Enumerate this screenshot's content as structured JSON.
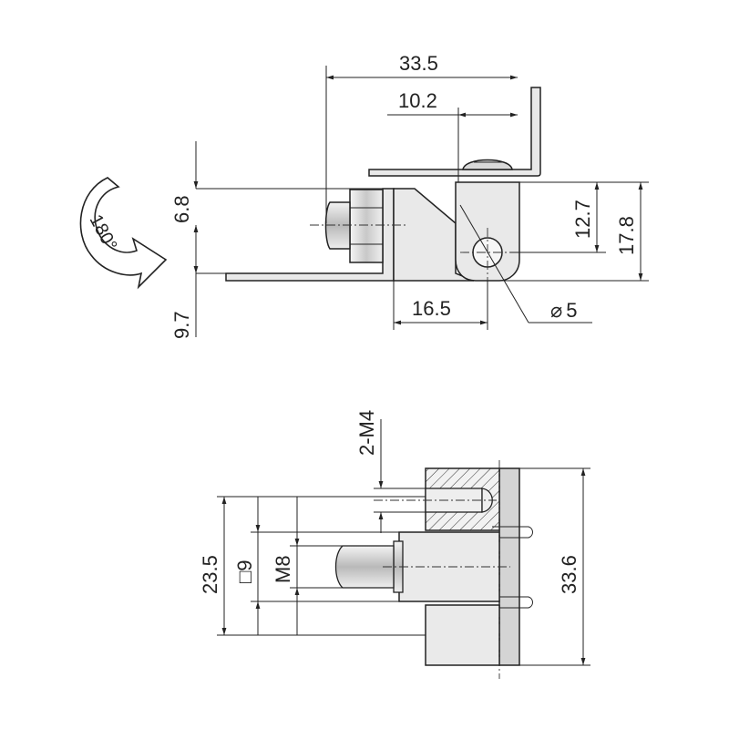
{
  "top_view": {
    "dimensions": {
      "overall_width": "33.5",
      "bracket_offset": "10.2",
      "stud_upper_height": "6.8",
      "stud_lower_height": "9.7",
      "pivot_height": "12.7",
      "total_height": "17.8",
      "base_length": "16.5",
      "hole_diameter": "5"
    },
    "diameter_symbol": "⌀",
    "rotation_label": "180°"
  },
  "front_view": {
    "dimensions": {
      "screw_spec": "2-M4",
      "screw_spacing": "23.5",
      "square_size": "9",
      "thread_spec": "M8",
      "total_height": "33.6"
    },
    "square_symbol": "□"
  }
}
